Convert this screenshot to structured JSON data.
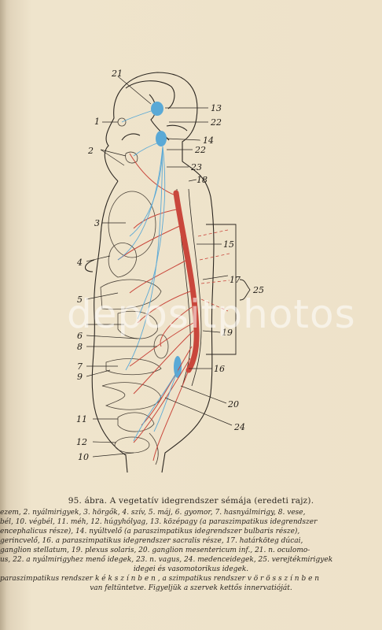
{
  "figure": {
    "labels": [
      {
        "id": "l1",
        "text": "1"
      },
      {
        "id": "l2",
        "text": "2"
      },
      {
        "id": "l3",
        "text": "3"
      },
      {
        "id": "l4",
        "text": "4"
      },
      {
        "id": "l5",
        "text": "5"
      },
      {
        "id": "l6",
        "text": "6"
      },
      {
        "id": "l7",
        "text": "7"
      },
      {
        "id": "l8",
        "text": "8"
      },
      {
        "id": "l9",
        "text": "9"
      },
      {
        "id": "l10",
        "text": "10"
      },
      {
        "id": "l11",
        "text": "11"
      },
      {
        "id": "l12",
        "text": "12"
      },
      {
        "id": "l13",
        "text": "13"
      },
      {
        "id": "l14",
        "text": "14"
      },
      {
        "id": "l15",
        "text": "15"
      },
      {
        "id": "l16",
        "text": "16"
      },
      {
        "id": "l17",
        "text": "17"
      },
      {
        "id": "l18",
        "text": "18"
      },
      {
        "id": "l19",
        "text": "19"
      },
      {
        "id": "l20",
        "text": "20"
      },
      {
        "id": "l21",
        "text": "21"
      },
      {
        "id": "l22a",
        "text": "22"
      },
      {
        "id": "l22b",
        "text": "22"
      },
      {
        "id": "l23",
        "text": "23"
      },
      {
        "id": "l24",
        "text": "24"
      },
      {
        "id": "l25",
        "text": "25"
      }
    ],
    "colors": {
      "sympathetic": "#c9473c",
      "parasympathetic": "#5aa9d6",
      "ink": "#2b2620"
    }
  },
  "watermark": "depositphotos",
  "caption": {
    "title": "95. ábra. A vegetatív idegrendszer sémája (eredeti rajz).",
    "legend_lines": [
      "ezem, 2. nyálmirigyek, 3. hörgők, 4. szív, 5. máj, 6. gyomor, 7. hasnyálmirigy, 8. vese,",
      "bél, 10. végbél, 11. méh, 12. húgyhólyag, 13. középagy (a paraszimpatikus idegrendszer",
      "encephalicus része), 14. nyúltvelő (a paraszimpatikus idegrendszer bulbaris része),",
      "gerincvelő, 16. a paraszimpatikus idegrendszer sacralis része, 17. határköteg dúcai,",
      "ganglion stellatum, 19. plexus solaris, 20. ganglion mesentericum inf., 21. n. oculomo-",
      "us, 22. a nyálmirigyhez menő idegek, 23. n. vagus, 24. medenceidegek, 25. verejtékmirigyek",
      "idegei és vasomotorikus idegek.",
      "paraszimpatikus rendszer  k é k  s z í n b e n , a szimpatikus rendszer  v ö r ö s  s z í n b e n",
      "van feltüntetve. Figyeljük a szervek kettős innervatióját."
    ]
  }
}
